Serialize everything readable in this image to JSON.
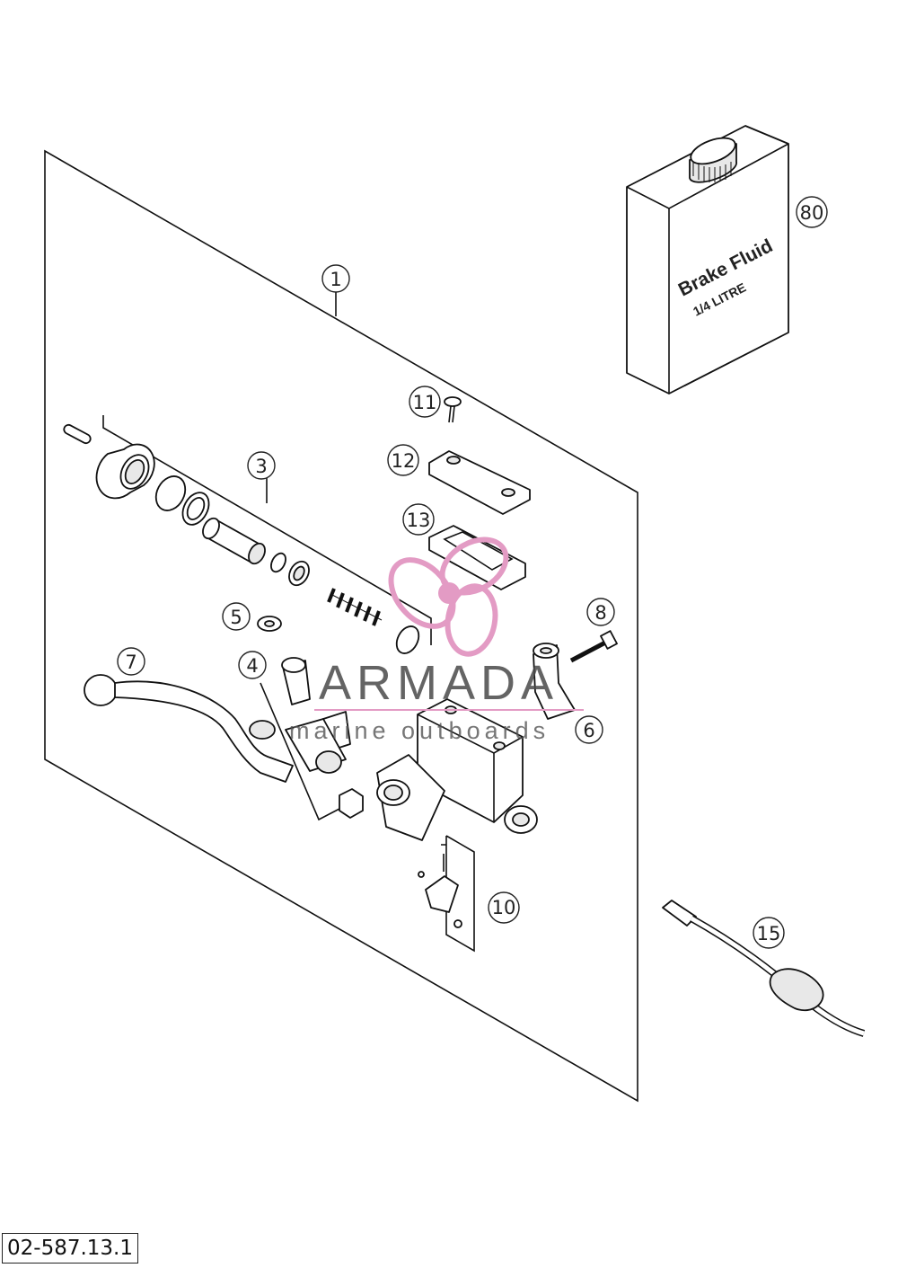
{
  "callouts": [
    {
      "label": "1"
    },
    {
      "label": "3"
    },
    {
      "label": "4"
    },
    {
      "label": "5"
    },
    {
      "label": "6"
    },
    {
      "label": "7"
    },
    {
      "label": "8"
    },
    {
      "label": "10"
    },
    {
      "label": "11"
    },
    {
      "label": "12"
    },
    {
      "label": "13"
    },
    {
      "label": "15"
    },
    {
      "label": "80"
    }
  ],
  "fluid_container": {
    "line1": "Brake Fluid",
    "line2": "1/4 LITRE"
  },
  "watermark": {
    "main": "ARMADA",
    "sub": "marine outboards",
    "accent_color": "#e39bc4"
  },
  "drawing_code": "02-587.13.1"
}
